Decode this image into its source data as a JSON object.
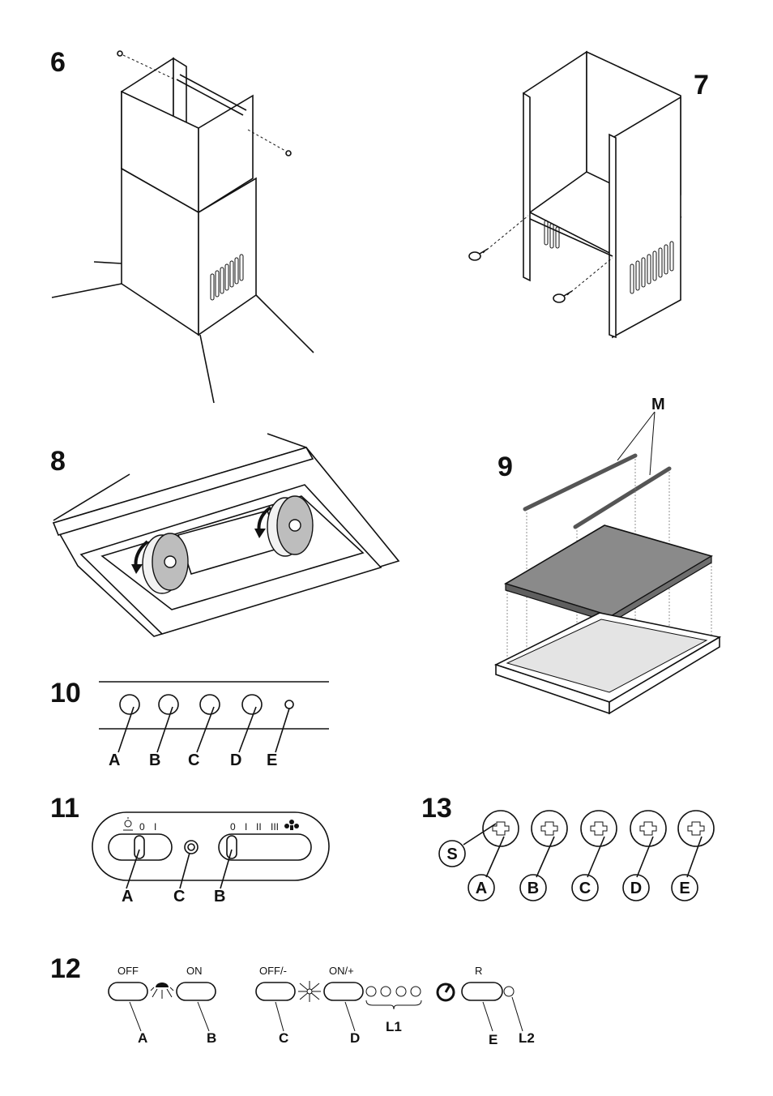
{
  "fig6": {
    "number": "6"
  },
  "fig7": {
    "number": "7"
  },
  "fig8": {
    "number": "8"
  },
  "fig9": {
    "number": "9",
    "label_m": "M"
  },
  "fig10": {
    "number": "10",
    "labels": [
      "A",
      "B",
      "C",
      "D",
      "E"
    ]
  },
  "fig11": {
    "number": "11",
    "light_scale": [
      "0",
      "I"
    ],
    "fan_scale": [
      "0",
      "I",
      "II",
      "III"
    ],
    "labels": {
      "a": "A",
      "c": "C",
      "b": "B"
    }
  },
  "fig12": {
    "number": "12",
    "buttons": {
      "off": "OFF",
      "on": "ON",
      "off_minus": "OFF/-",
      "on_plus": "ON/+",
      "r": "R"
    },
    "labels": {
      "a": "A",
      "b": "B",
      "c": "C",
      "d": "D",
      "l1": "L1",
      "e": "E",
      "l2": "L2"
    }
  },
  "fig13": {
    "number": "13",
    "labels": [
      "S",
      "A",
      "B",
      "C",
      "D",
      "E"
    ]
  },
  "icons": [
    "screw-icon",
    "arrow-icon",
    "light-bulb-icon",
    "fan-icon",
    "timer-icon",
    "led-icon"
  ],
  "colors": {
    "ink": "#111111",
    "filter_grey": "#bdbdbd",
    "carbon_plate": "#8a8a8a"
  }
}
